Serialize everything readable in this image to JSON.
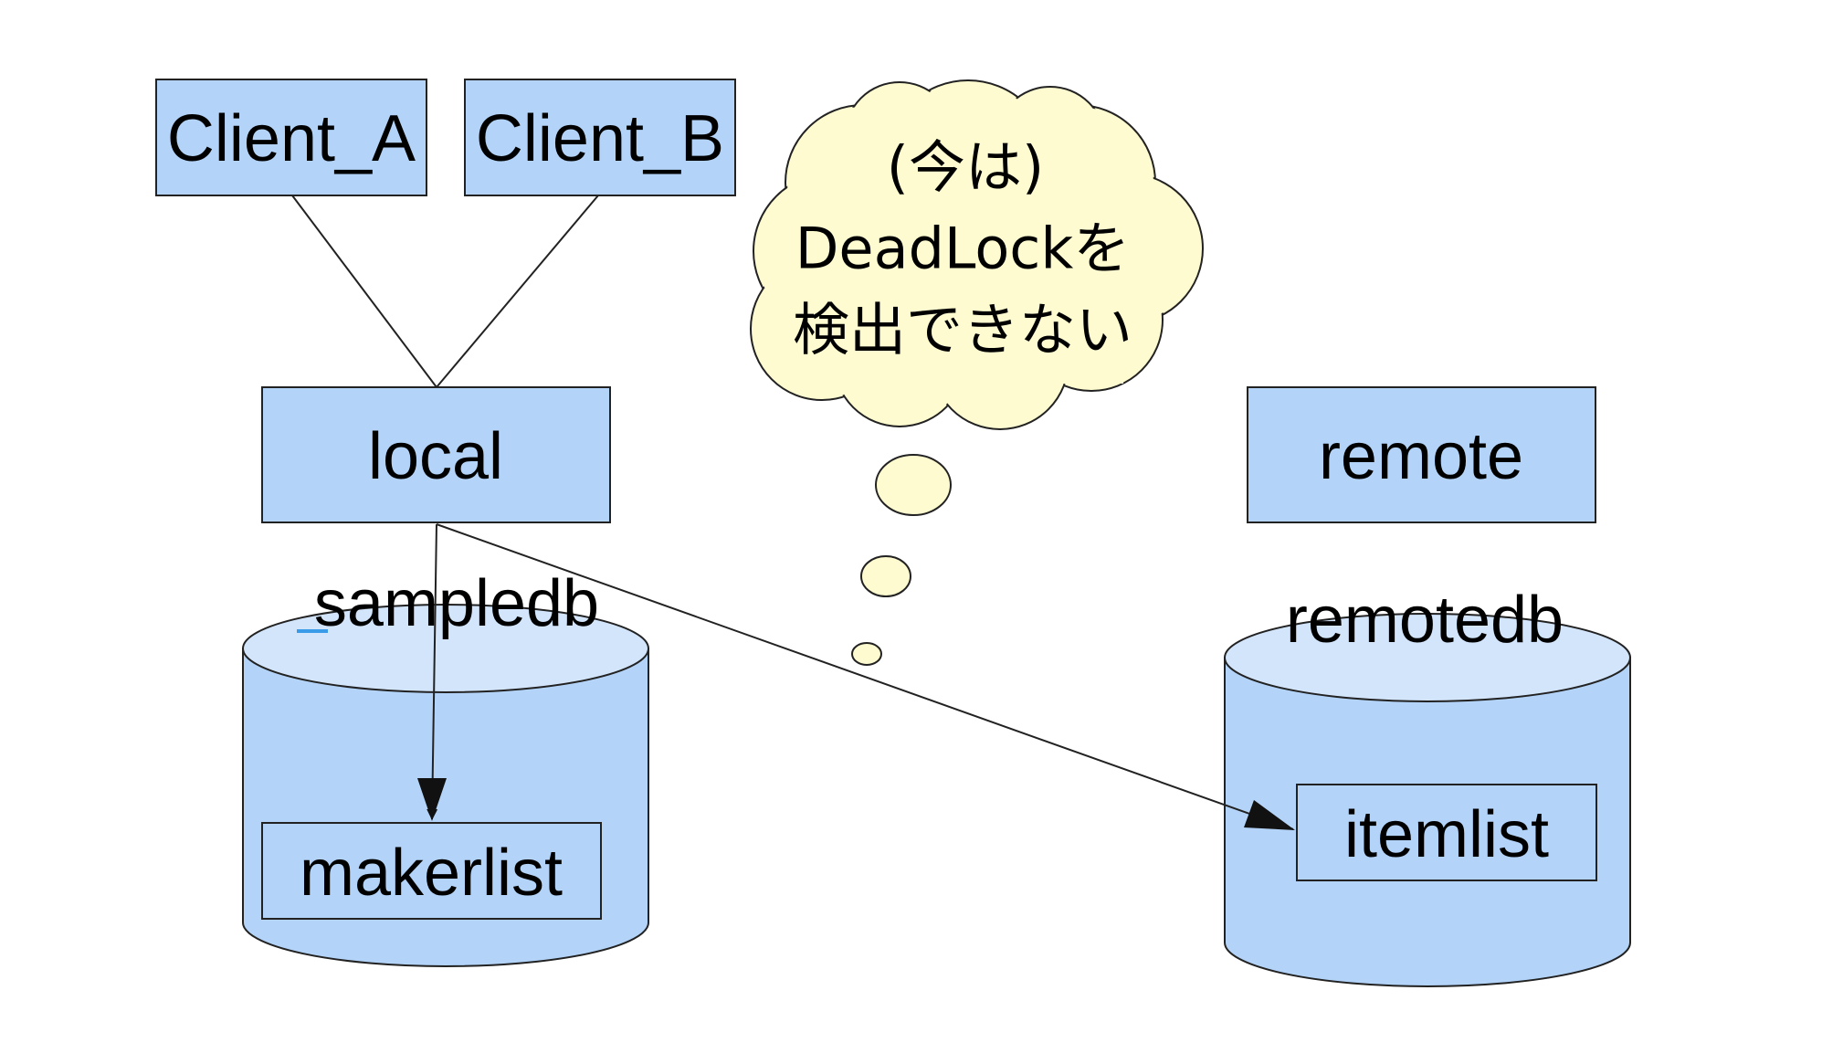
{
  "nodes": {
    "client_a": "Client_A",
    "client_b": "Client_B",
    "local": "local",
    "remote": "remote",
    "sampledb": "sampledb",
    "remotedb": "remotedb",
    "makerlist": "makerlist",
    "itemlist": "itemlist"
  },
  "thought_bubble": {
    "line1": "(今は)",
    "line2": "DeadLockを",
    "line3": "検出できない"
  },
  "colors": {
    "box_fill": "#b3d4f8",
    "cylinder_top": "#d3e5fb",
    "bubble_fill": "#fefbd0",
    "cursor_mark": "#3a9be8"
  }
}
